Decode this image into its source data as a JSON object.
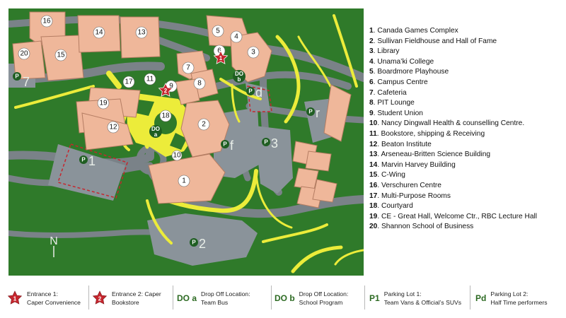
{
  "buildings": [
    {
      "num": "1",
      "name": "Canada Games Complex"
    },
    {
      "num": "2",
      "name": "Sullivan Fieldhouse and Hall of Fame"
    },
    {
      "num": "3",
      "name": "Library"
    },
    {
      "num": "4",
      "name": "Unama’ki College"
    },
    {
      "num": "5",
      "name": "Boardmore Playhouse"
    },
    {
      "num": "6",
      "name": "Campus Centre"
    },
    {
      "num": "7",
      "name": "Cafeteria"
    },
    {
      "num": "8",
      "name": "PIT Lounge"
    },
    {
      "num": "9",
      "name": "Student Union"
    },
    {
      "num": "10",
      "name": "Nancy Dingwall Health & counselling Centre."
    },
    {
      "num": "11",
      "name": "Bookstore, shipping & Receiving"
    },
    {
      "num": "12",
      "name": "Beaton Institute"
    },
    {
      "num": "13",
      "name": "Arseneau-Britten Science Building"
    },
    {
      "num": "14",
      "name": "Marvin Harvey Building"
    },
    {
      "num": "15",
      "name": "C-Wing"
    },
    {
      "num": "16",
      "name": "Verschuren Centre"
    },
    {
      "num": "17",
      "name": "Multi-Purpose Rooms"
    },
    {
      "num": "18",
      "name": "Courtyard"
    },
    {
      "num": "19",
      "name": "CE - Great Hall, Welcome Ctr., RBC Lecture Hall"
    },
    {
      "num": "20",
      "name": "Shannon School of Business"
    }
  ],
  "parking": [
    {
      "letter": "P",
      "label": "7"
    },
    {
      "letter": "P",
      "label": "1"
    },
    {
      "letter": "P",
      "label": "f"
    },
    {
      "letter": "P",
      "label": "3"
    },
    {
      "letter": "P",
      "label": "r"
    },
    {
      "letter": "P",
      "label": "2"
    },
    {
      "letter": "P",
      "label": "d"
    }
  ],
  "dropoffs": [
    {
      "code": "DO",
      "sub": "a"
    },
    {
      "code": "DO",
      "sub": "b"
    }
  ],
  "entrance_markers": [
    "1",
    "2"
  ],
  "north_label": "N",
  "footer": {
    "entrance1": {
      "symbol": "1",
      "line1": "Entrance 1:",
      "line2": "Caper Convenience"
    },
    "entrance2": {
      "symbol": "2",
      "line1": "Entrance 2: Caper",
      "line2": "Bookstore"
    },
    "do_a": {
      "symbol": "DO a",
      "line1": "Drop Off Location:",
      "line2": "Team Bus"
    },
    "do_b": {
      "symbol": "DO b",
      "line1": "Drop Off Location:",
      "line2": "School Program"
    },
    "p1": {
      "symbol": "P1",
      "line1": "Parking Lot 1:",
      "line2": "Team Vans & Official’s SUVs"
    },
    "pd": {
      "symbol": "Pd",
      "line1": "Parking Lot 2:",
      "line2": "Half Time performers"
    }
  },
  "colors": {
    "grass": "#2f7a2a",
    "road": "#7a8288",
    "parking_lot": "#8a939a",
    "building": "#efb79a",
    "building_edge": "#b57d63",
    "walkway": "#ecec3a",
    "marker_green": "#1f5e22",
    "entrance_star": "#c6262e",
    "lot_outline": "#c6262e"
  }
}
